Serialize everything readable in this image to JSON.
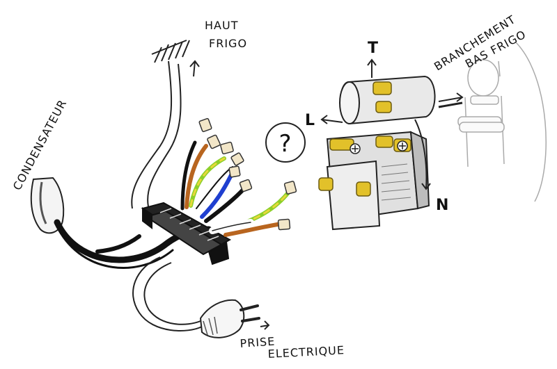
{
  "labels": {
    "haut_line1": "HAUT",
    "haut_line2": "FRIGO",
    "condensateur": "CONDENSATEUR",
    "branchement_line1": "BRANCHEMENT",
    "branchement_line2": "BAS FRIGO",
    "prise_line1": "PRISE",
    "prise_line2": "ELECTRIQUE",
    "question": "?",
    "terminal_t": "T",
    "terminal_l": "L",
    "terminal_n": "N"
  },
  "colors": {
    "brown": "#b8651f",
    "blue": "#1f3fd0",
    "green_yellow_a": "#8ccf2a",
    "green_yellow_b": "#e8d83a",
    "black": "#111111",
    "terminal_yellow": "#e2c12a",
    "relay_gray": "#d8d8d8"
  }
}
